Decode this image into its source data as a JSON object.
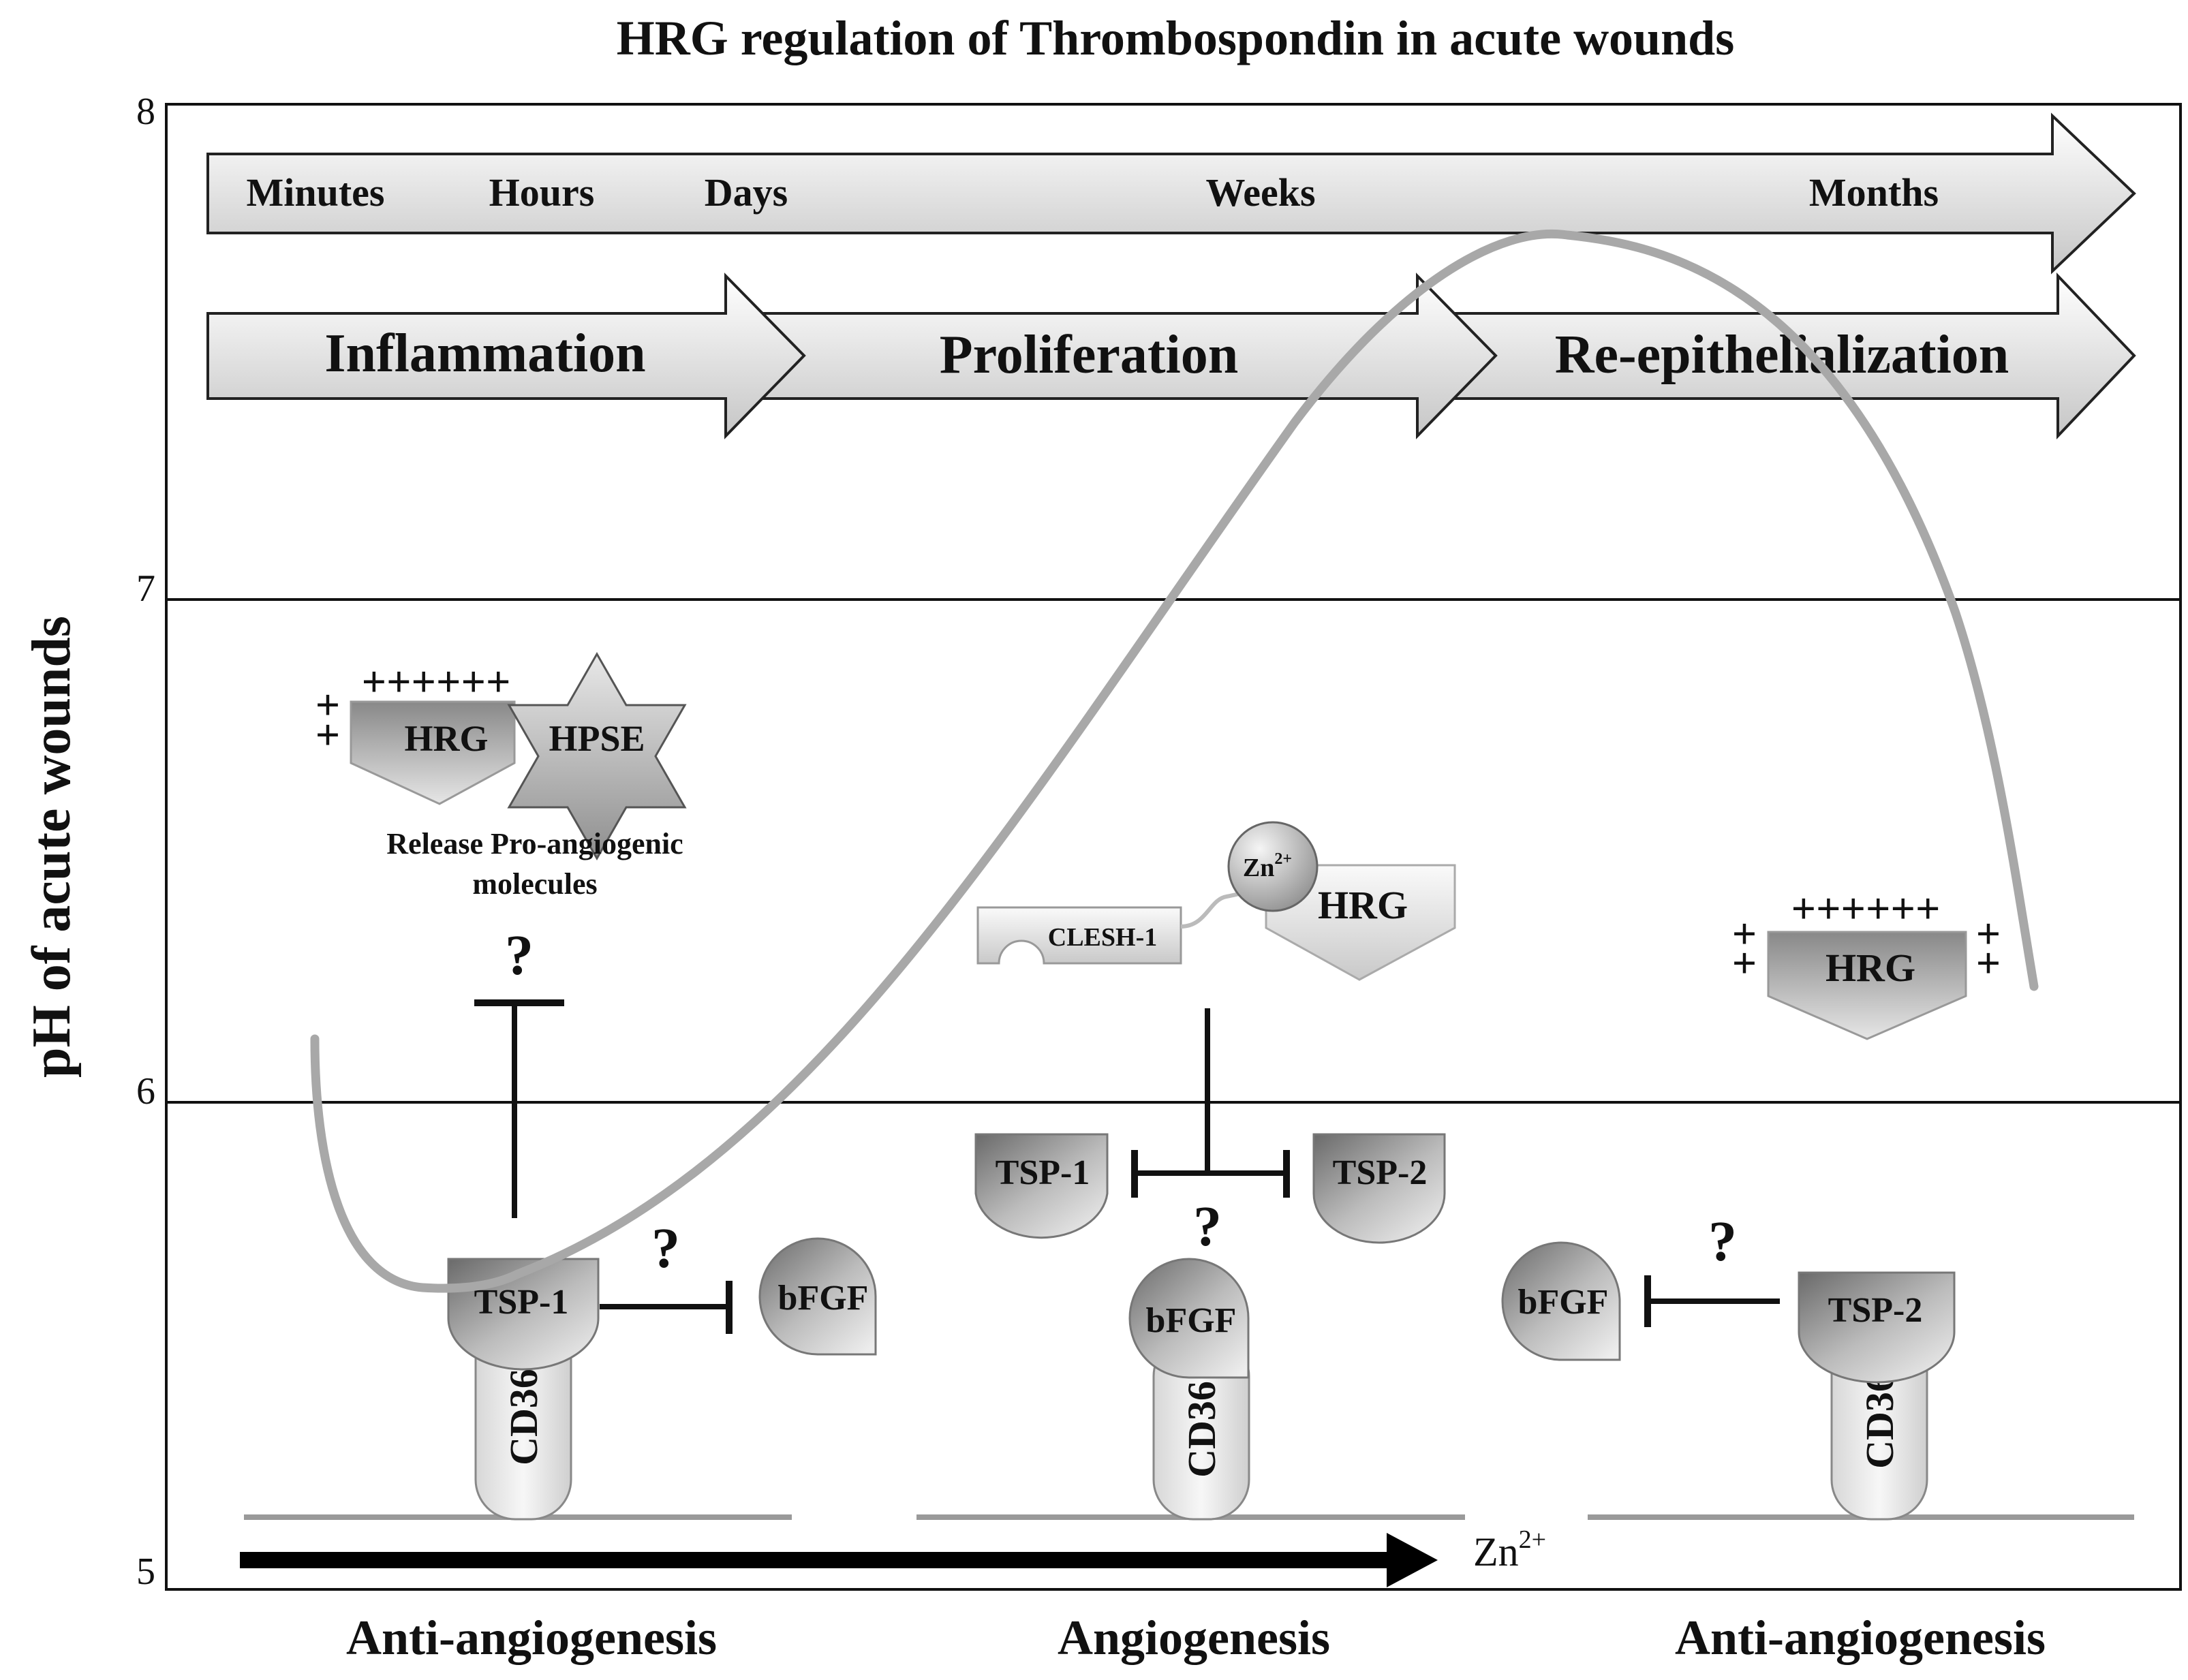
{
  "title": "HRG regulation of Thrombospondin in acute wounds",
  "y_axis": {
    "label": "pH of acute wounds",
    "ticks": [
      "8",
      "7",
      "6",
      "5"
    ]
  },
  "timeline": {
    "labels": [
      "Minutes",
      "Hours",
      "Days",
      "Weeks",
      "Months"
    ]
  },
  "phases": [
    "Inflammation",
    "Proliferation",
    "Re-epithelialization"
  ],
  "zinc_axis": {
    "label": "Zn",
    "superscript": "2+"
  },
  "outcomes": [
    "Anti-angiogenesis",
    "Angiogenesis",
    "Anti-angiogenesis"
  ],
  "left_panel": {
    "plus_top": "++++++",
    "plus_side_1": "+",
    "plus_side_2": "+",
    "hrg": "HRG",
    "hpse": "HPSE",
    "release_line1": "Release Pro-angiogenic",
    "release_line2": "molecules",
    "question_1": "?",
    "question_2": "?",
    "tsp1": "TSP-1",
    "bfgf": "bFGF",
    "cd36": "CD36"
  },
  "middle_panel": {
    "zn": "Zn",
    "zn_sup": "2+",
    "hrg": "HRG",
    "clesh": "CLESH-1",
    "tsp1": "TSP-1",
    "tsp2": "TSP-2",
    "question": "?",
    "bfgf": "bFGF",
    "cd36": "CD36"
  },
  "right_panel": {
    "plus_top": "++++++",
    "plus_left_1": "+",
    "plus_left_2": "+",
    "plus_right_1": "+",
    "plus_right_2": "+",
    "hrg": "HRG",
    "question": "?",
    "bfgf": "bFGF",
    "tsp2": "TSP-2",
    "cd36": "CD36"
  },
  "colors": {
    "curve": "#a8a8a8",
    "line": "#111111",
    "membrane": "#9a9a9a"
  }
}
